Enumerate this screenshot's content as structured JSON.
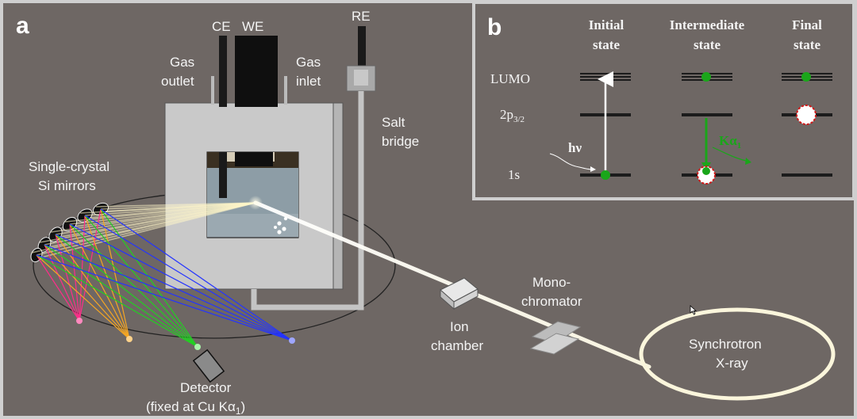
{
  "panel_a": {
    "label": "a",
    "ce": "CE",
    "we": "WE",
    "re": "RE",
    "gas_outlet": [
      "Gas",
      "outlet"
    ],
    "gas_inlet": [
      "Gas",
      "inlet"
    ],
    "salt_bridge": [
      "Salt",
      "bridge"
    ],
    "mirrors": [
      "Single-crystal",
      "Si mirrors"
    ],
    "detector": [
      "Detector",
      "(fixed at Cu K",
      "α",
      "1",
      ")"
    ],
    "ion_chamber": [
      "Ion",
      "chamber"
    ],
    "monochromator": [
      "Mono-",
      "chromator"
    ],
    "synchrotron": [
      "Synchrotron",
      "X-ray"
    ]
  },
  "panel_b": {
    "label": "b",
    "columns": [
      [
        "Initial",
        "state"
      ],
      [
        "Intermediate",
        "state"
      ],
      [
        "Final",
        "state"
      ]
    ],
    "levels": {
      "lumo": "LUMO",
      "p32": [
        "2p",
        "3/2"
      ],
      "s1": "1s"
    },
    "hv": "hν",
    "ka1": [
      "Kα",
      "1"
    ]
  },
  "colors": {
    "background": "#6e6764",
    "beam": "#fffbe6",
    "electron": "#1aa61a",
    "hole_border": "#d01818",
    "ray_pink": "#ff2d8a",
    "ray_orange": "#f5a623",
    "ray_green": "#22d022",
    "ray_blue": "#2434ff"
  }
}
